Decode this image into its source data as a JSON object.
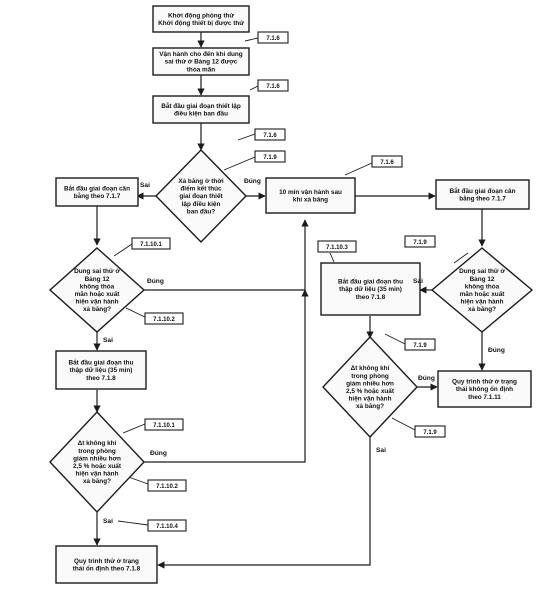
{
  "nodes": {
    "start": [
      "Khởi động phòng thử",
      "Khởi động thiết bị được thử"
    ],
    "run_table12": [
      "Vận hành cho đến khi dung",
      "sai thử ở Bảng 12 được",
      "thỏa mãn"
    ],
    "setup_phase": [
      "Bắt đầu giai đoạn thiết lập",
      "điều kiện ban đầu"
    ],
    "d_defrost_end": [
      "Xả băng ở thời",
      "điểm kết thúc",
      "giai đoạn thiết",
      "lập điều kiện",
      "ban đầu?"
    ],
    "balance_left": [
      "Bắt đầu giai đoạn cân",
      "bằng theo 7.1.7"
    ],
    "run_10min": [
      "10 min vận hành sau",
      "khi xả băng"
    ],
    "balance_right": [
      "Bắt đầu giai đoạn cân",
      "bằng theo 7.1.7"
    ],
    "d_tol_left": [
      "Dung sai thử ở",
      "Bảng 12",
      "không thỏa",
      "mãn hoặc xuất",
      "hiện vận hành",
      "xả băng?"
    ],
    "d_tol_right": [
      "Dung sai thử ở",
      "Bảng 12",
      "không thỏa",
      "mãn hoặc xuất",
      "hiện vận hành",
      "xả băng?"
    ],
    "collect_mid": [
      "Bắt đầu giai đoạn thu",
      "thập dữ liệu (35 min)",
      "theo 7.1.8"
    ],
    "collect_left": [
      "Bắt đầu giai đoạn thu",
      "thập dữ liệu (35 min)",
      "theo 7.1.8"
    ],
    "d_temp_mid": [
      "Δt không khí",
      "trong phòng",
      "giảm nhiều hơn",
      "2,5 % hoặc xuất",
      "hiện vận hành",
      "xả băng?"
    ],
    "unsteady": [
      "Quy trình thử ở trạng",
      "thái không ổn định",
      "theo 7.1.11"
    ],
    "d_temp_left": [
      "Δt không khí",
      "trong phòng",
      "giảm nhiều hơn",
      "2,5 % hoặc xuất",
      "hiện vận hành",
      "xả băng?"
    ],
    "steady": [
      "Quy trình thử ở trạng",
      "thái ổn định theo 7.1.8"
    ]
  },
  "refs": {
    "r1": "7.1.6",
    "r2": "7.1.6",
    "r3": "7.1.6",
    "r4": "7.1.9",
    "r5": "7.1.6",
    "r6": "7.1.10.1",
    "r7": "7.1.10.2",
    "r8": "7.1.10.3",
    "r9": "7.1.9",
    "r10": "7.1.9",
    "r11": "7.1.9",
    "r12": "7.1.10.1",
    "r13": "7.1.10.2",
    "r14": "7.1.10.4"
  },
  "labels": {
    "sai_defrost": "Sai",
    "dung_defrost": "Đúng",
    "dung_tol_left": "Đúng",
    "sai_tol_left": "Sai",
    "sai_tol_right": "Sai",
    "dung_tol_right": "Đúng",
    "dung_temp_mid": "Đúng",
    "sai_temp_mid": "Sai",
    "dung_temp_left": "Đúng",
    "sai_temp_left": "Sai"
  }
}
